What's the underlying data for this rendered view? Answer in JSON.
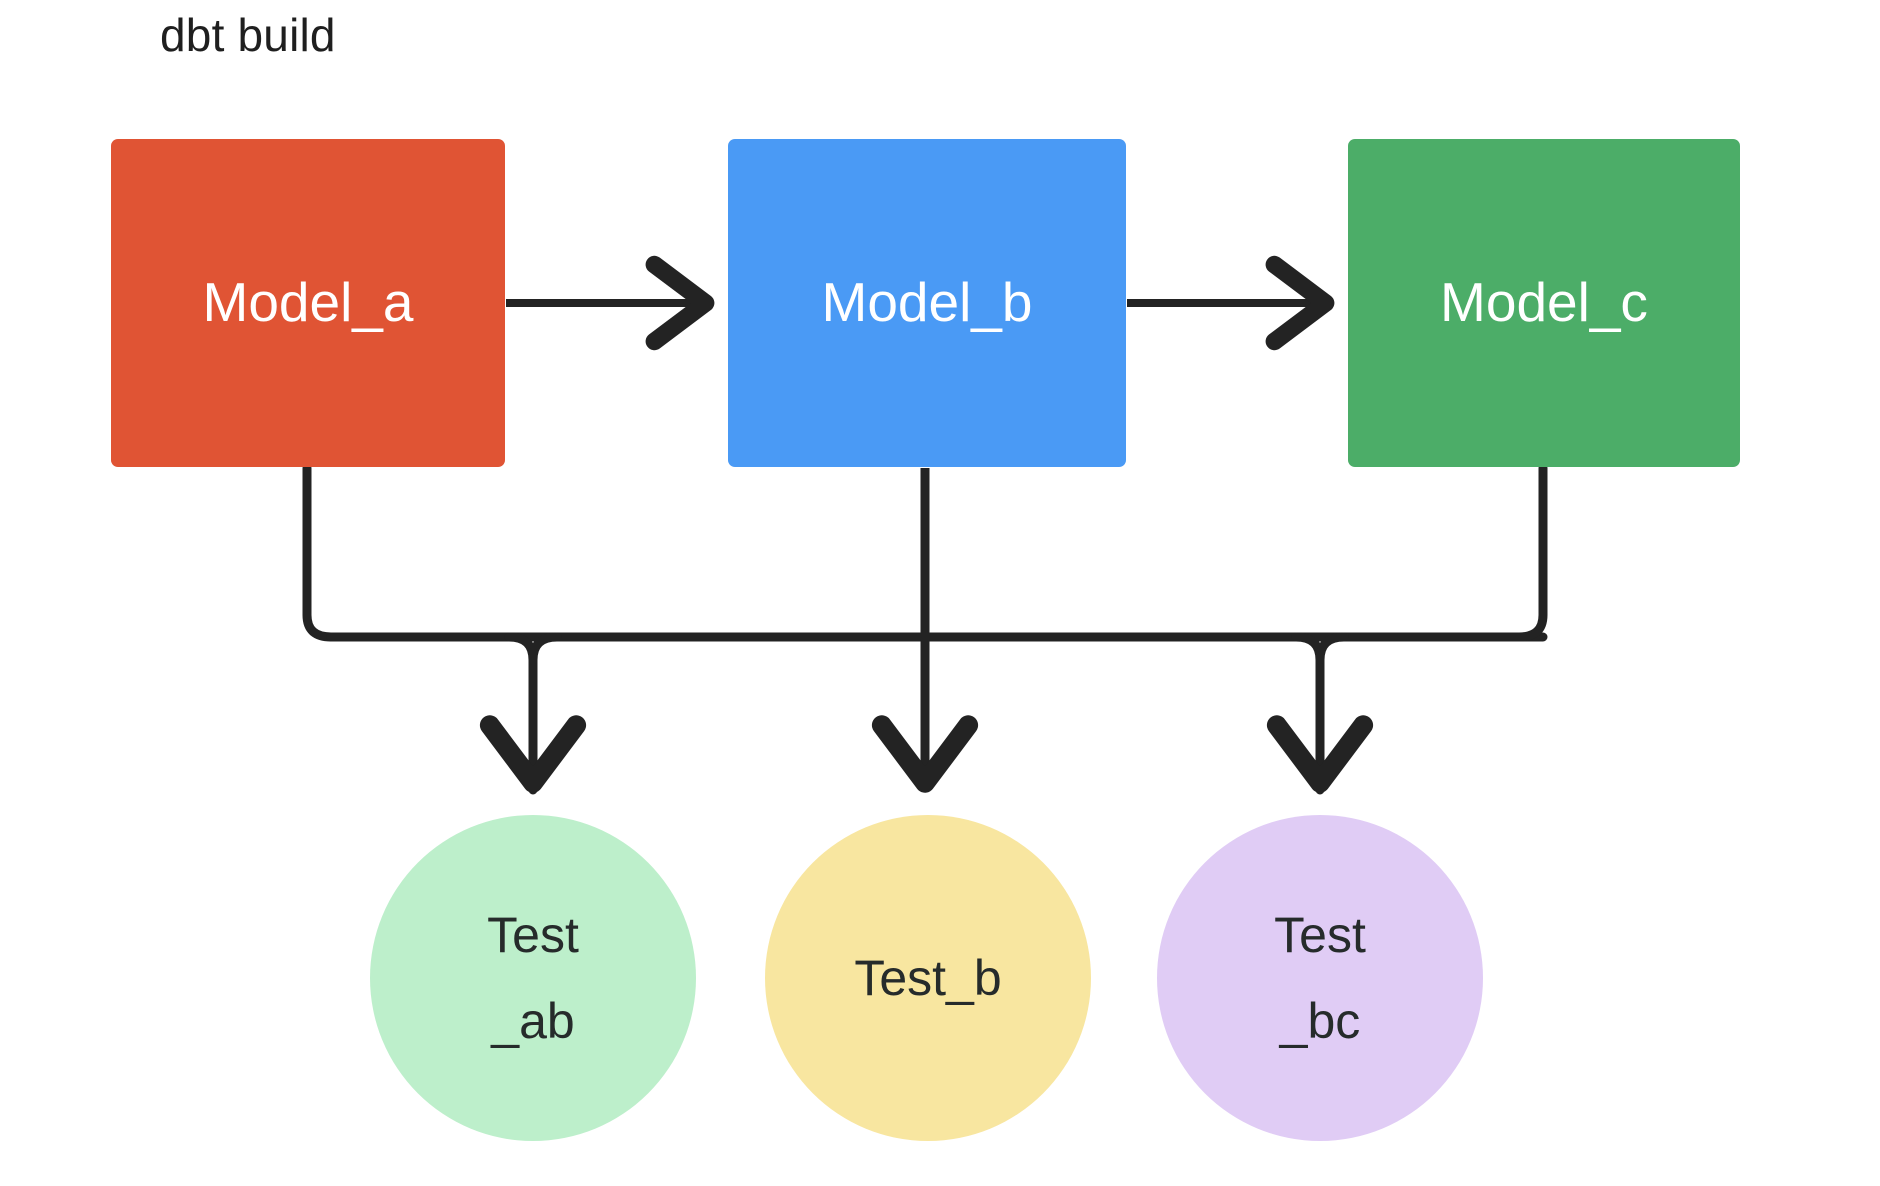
{
  "diagram": {
    "title": "dbt build",
    "background": "#ffffff",
    "edge_color": "#232323",
    "title_color": "#1f1f1f"
  },
  "nodes": {
    "models": [
      {
        "id": "model_a",
        "label": "Model_a",
        "shape": "rectangle",
        "color": "#e05434",
        "text_color": "#ffffff"
      },
      {
        "id": "model_b",
        "label": "Model_b",
        "shape": "rectangle",
        "color": "#4a9af5",
        "text_color": "#ffffff"
      },
      {
        "id": "model_c",
        "label": "Model_c",
        "shape": "rectangle",
        "color": "#4cad68",
        "text_color": "#ffffff"
      }
    ],
    "tests": [
      {
        "id": "test_ab",
        "label": "Test\n_ab",
        "shape": "circle",
        "color": "#bdefcb",
        "text_color": "#262b2b"
      },
      {
        "id": "test_b",
        "label": "Test_b",
        "shape": "circle",
        "color": "#f8e6a0",
        "text_color": "#262b2b"
      },
      {
        "id": "test_bc",
        "label": "Test\n_bc",
        "shape": "circle",
        "color": "#e0ccf5",
        "text_color": "#262b2b"
      }
    ]
  },
  "edges": [
    {
      "from": "model_a",
      "to": "model_b",
      "style": "arrow-right"
    },
    {
      "from": "model_b",
      "to": "model_c",
      "style": "arrow-right"
    },
    {
      "from": "model_a",
      "to": "test_ab",
      "style": "elbow-down"
    },
    {
      "from": "model_b",
      "to": "test_ab",
      "style": "elbow-down"
    },
    {
      "from": "model_b",
      "to": "test_b",
      "style": "straight-down"
    },
    {
      "from": "model_b",
      "to": "test_bc",
      "style": "elbow-down"
    },
    {
      "from": "model_c",
      "to": "test_bc",
      "style": "elbow-down"
    }
  ]
}
